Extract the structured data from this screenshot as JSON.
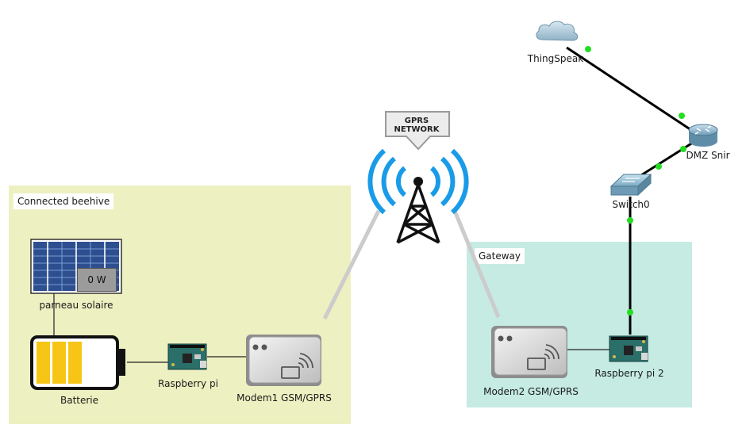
{
  "zones": {
    "beehive": {
      "label": "Connected beehive"
    },
    "gateway": {
      "label": "Gateway"
    }
  },
  "cloud": {
    "label": "ThingSpeak"
  },
  "router": {
    "label": "DMZ Snir"
  },
  "switch": {
    "label": "Switch0"
  },
  "gprs": {
    "line1": "GPRS",
    "line2": "NETWORK"
  },
  "solar_panel": {
    "label": "parneau solaire",
    "power_readout": "0 W"
  },
  "battery": {
    "label": "Batterie"
  },
  "raspberry1": {
    "label": "Raspberry pi"
  },
  "modem1": {
    "label": "Modem1 GSM/GPRS"
  },
  "modem2": {
    "label": "Modem2 GSM/GPRS"
  },
  "raspberry2": {
    "label": "Raspberry pi  2"
  },
  "colors": {
    "beehive_zone": "#edf0c0",
    "gateway_zone": "#c5ebe2",
    "link_up": "#22dd22",
    "wireless_link": "#cccccc",
    "signal_blue": "#1a9be8",
    "battery_cell": "#f7c515"
  }
}
